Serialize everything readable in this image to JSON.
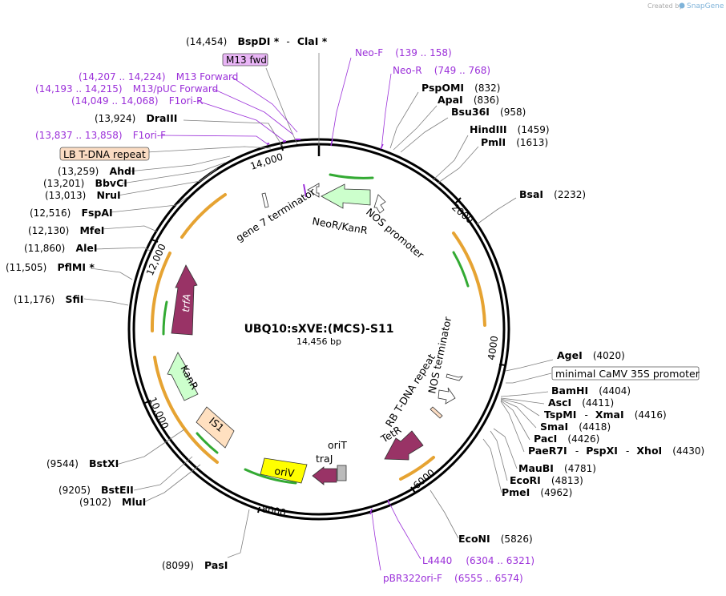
{
  "watermark": {
    "text": "Created by",
    "brand": "SnapGene"
  },
  "plasmid": {
    "name": "UBQ10:sXVE:(MCS)-S11",
    "length_label": "14,456 bp"
  },
  "ticks": [
    "2000",
    "4000",
    "6000",
    "8000",
    "10,000",
    "12,000",
    "14,000"
  ],
  "sites_right": [
    {
      "name": "PspOMI",
      "pos": "(832)"
    },
    {
      "name": "ApaI",
      "pos": "(836)"
    },
    {
      "name": "Bsu36I",
      "pos": "(958)"
    },
    {
      "name": "HindIII",
      "pos": "(1459)"
    },
    {
      "name": "PmlI",
      "pos": "(1613)"
    },
    {
      "name": "BsaI",
      "pos": "(2232)"
    },
    {
      "name": "AgeI",
      "pos": "(4020)"
    },
    {
      "name": "BamHI",
      "pos": "(4404)"
    },
    {
      "name": "AscI",
      "pos": "(4411)"
    },
    {
      "name": "TspMI",
      "sep": "-",
      "name2": "XmaI",
      "pos": "(4416)"
    },
    {
      "name": "SmaI",
      "pos": "(4418)"
    },
    {
      "name": "PacI",
      "pos": "(4426)"
    },
    {
      "name": "PaeR7I",
      "sep": "-",
      "name2": "PspXI",
      "sep2": "-",
      "name3": "XhoI",
      "pos": "(4430)"
    },
    {
      "name": "MauBI",
      "pos": "(4781)"
    },
    {
      "name": "EcoRI",
      "pos": "(4813)"
    },
    {
      "name": "PmeI",
      "pos": "(4962)"
    },
    {
      "name": "EcoNI",
      "pos": "(5826)"
    }
  ],
  "sites_left": [
    {
      "pos": "(14,454)",
      "name": "BspDI *",
      "sep": "-",
      "name2": "ClaI *"
    },
    {
      "pos": "(13,924)",
      "name": "DraIII"
    },
    {
      "pos": "(13,259)",
      "name": "AhdI"
    },
    {
      "pos": "(13,201)",
      "name": "BbvCI"
    },
    {
      "pos": "(13,013)",
      "name": "NruI"
    },
    {
      "pos": "(12,516)",
      "name": "FspAI"
    },
    {
      "pos": "(12,130)",
      "name": "MfeI"
    },
    {
      "pos": "(11,860)",
      "name": "AleI"
    },
    {
      "pos": "(11,505)",
      "name": "PflMI *"
    },
    {
      "pos": "(11,176)",
      "name": "SfiI"
    },
    {
      "pos": "(9544)",
      "name": "BstXI"
    },
    {
      "pos": "(9205)",
      "name": "BstEII"
    },
    {
      "pos": "(9102)",
      "name": "MluI"
    },
    {
      "pos": "(8099)",
      "name": "PasI"
    }
  ],
  "primers": [
    {
      "name": "Neo-F",
      "range": "(139 .. 158)"
    },
    {
      "name": "Neo-R",
      "range": "(749 .. 768)"
    },
    {
      "range": "(14,207 .. 14,224)",
      "name": "M13 Forward"
    },
    {
      "range": "(14,193 .. 14,215)",
      "name": "M13/pUC Forward"
    },
    {
      "range": "(14,049 .. 14,068)",
      "name": "F1ori-R"
    },
    {
      "range": "(13,837 .. 13,858)",
      "name": "F1ori-F"
    },
    {
      "name": "L4440",
      "range": "(6304 .. 6321)"
    },
    {
      "name": "pBR322ori-F",
      "range": "(6555 .. 6574)"
    }
  ],
  "boxed_labels": {
    "m13fwd": "M13 fwd",
    "lb_tdna": "LB T-DNA repeat",
    "camv35s": "minimal CaMV 35S promoter"
  },
  "features": {
    "neor_kanr": "NeoR/KanR",
    "nos_promoter": "NOS promoter",
    "gene7_term": "gene 7 terminator",
    "nos_term": "NOS terminator",
    "rb_tdna": "RB T-DNA repeat",
    "tetr": "TetR",
    "trfa": "trfA",
    "kanr": "KanR",
    "is1": "IS1",
    "oriv": "oriV",
    "oriT": "oriT",
    "traj": "traJ"
  },
  "colors": {
    "primer": "#9b30d9",
    "neor": "#ccffcc",
    "trfa": "#993366",
    "oriv": "#ffff00",
    "is1": "#ffe0c0",
    "lb_box": "#fbdcc3",
    "m13_box": "#e9b5f6",
    "orf_orange": "#e6a332",
    "orf_green": "#33aa33"
  }
}
